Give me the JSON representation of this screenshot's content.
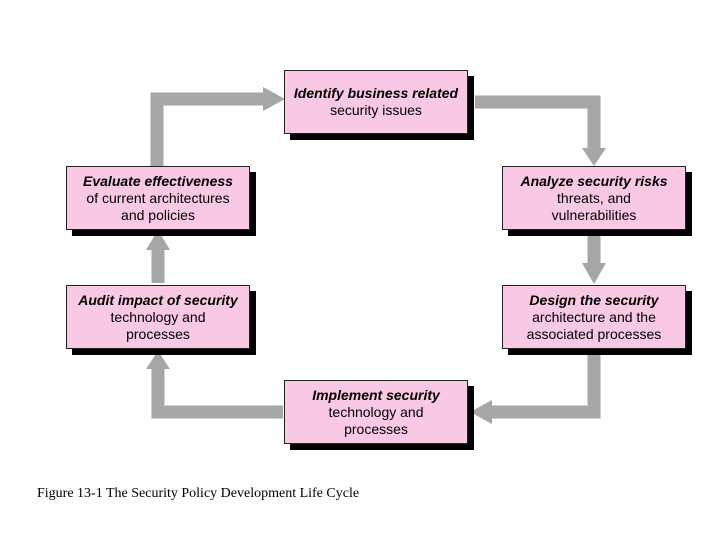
{
  "colors": {
    "box_fill": "#f9c8e4",
    "arrow": "#a6a6a6",
    "shadow": "#000000"
  },
  "steps": [
    {
      "title": "Identify business related",
      "body": "security issues"
    },
    {
      "title": "Analyze security risks",
      "body": "threats, and vulnerabilities",
      "body_lines": [
        "threats, and",
        "vulnerabilities"
      ]
    },
    {
      "title": "Design the security",
      "body": "architecture and the associated processes",
      "body_lines": [
        "architecture and the",
        "associated processes"
      ]
    },
    {
      "title": "Implement security",
      "body": "technology and processes",
      "body_lines": [
        "technology and",
        "processes"
      ]
    },
    {
      "title": "Audit impact of security",
      "body": "technology and processes",
      "body_lines": [
        "technology and",
        "processes"
      ]
    },
    {
      "title": "Evaluate effectiveness",
      "body": "of current architectures and policies",
      "body_lines": [
        "of current architectures",
        "and policies"
      ]
    }
  ],
  "caption": "Figure 13-1  The Security Policy Development Life Cycle"
}
